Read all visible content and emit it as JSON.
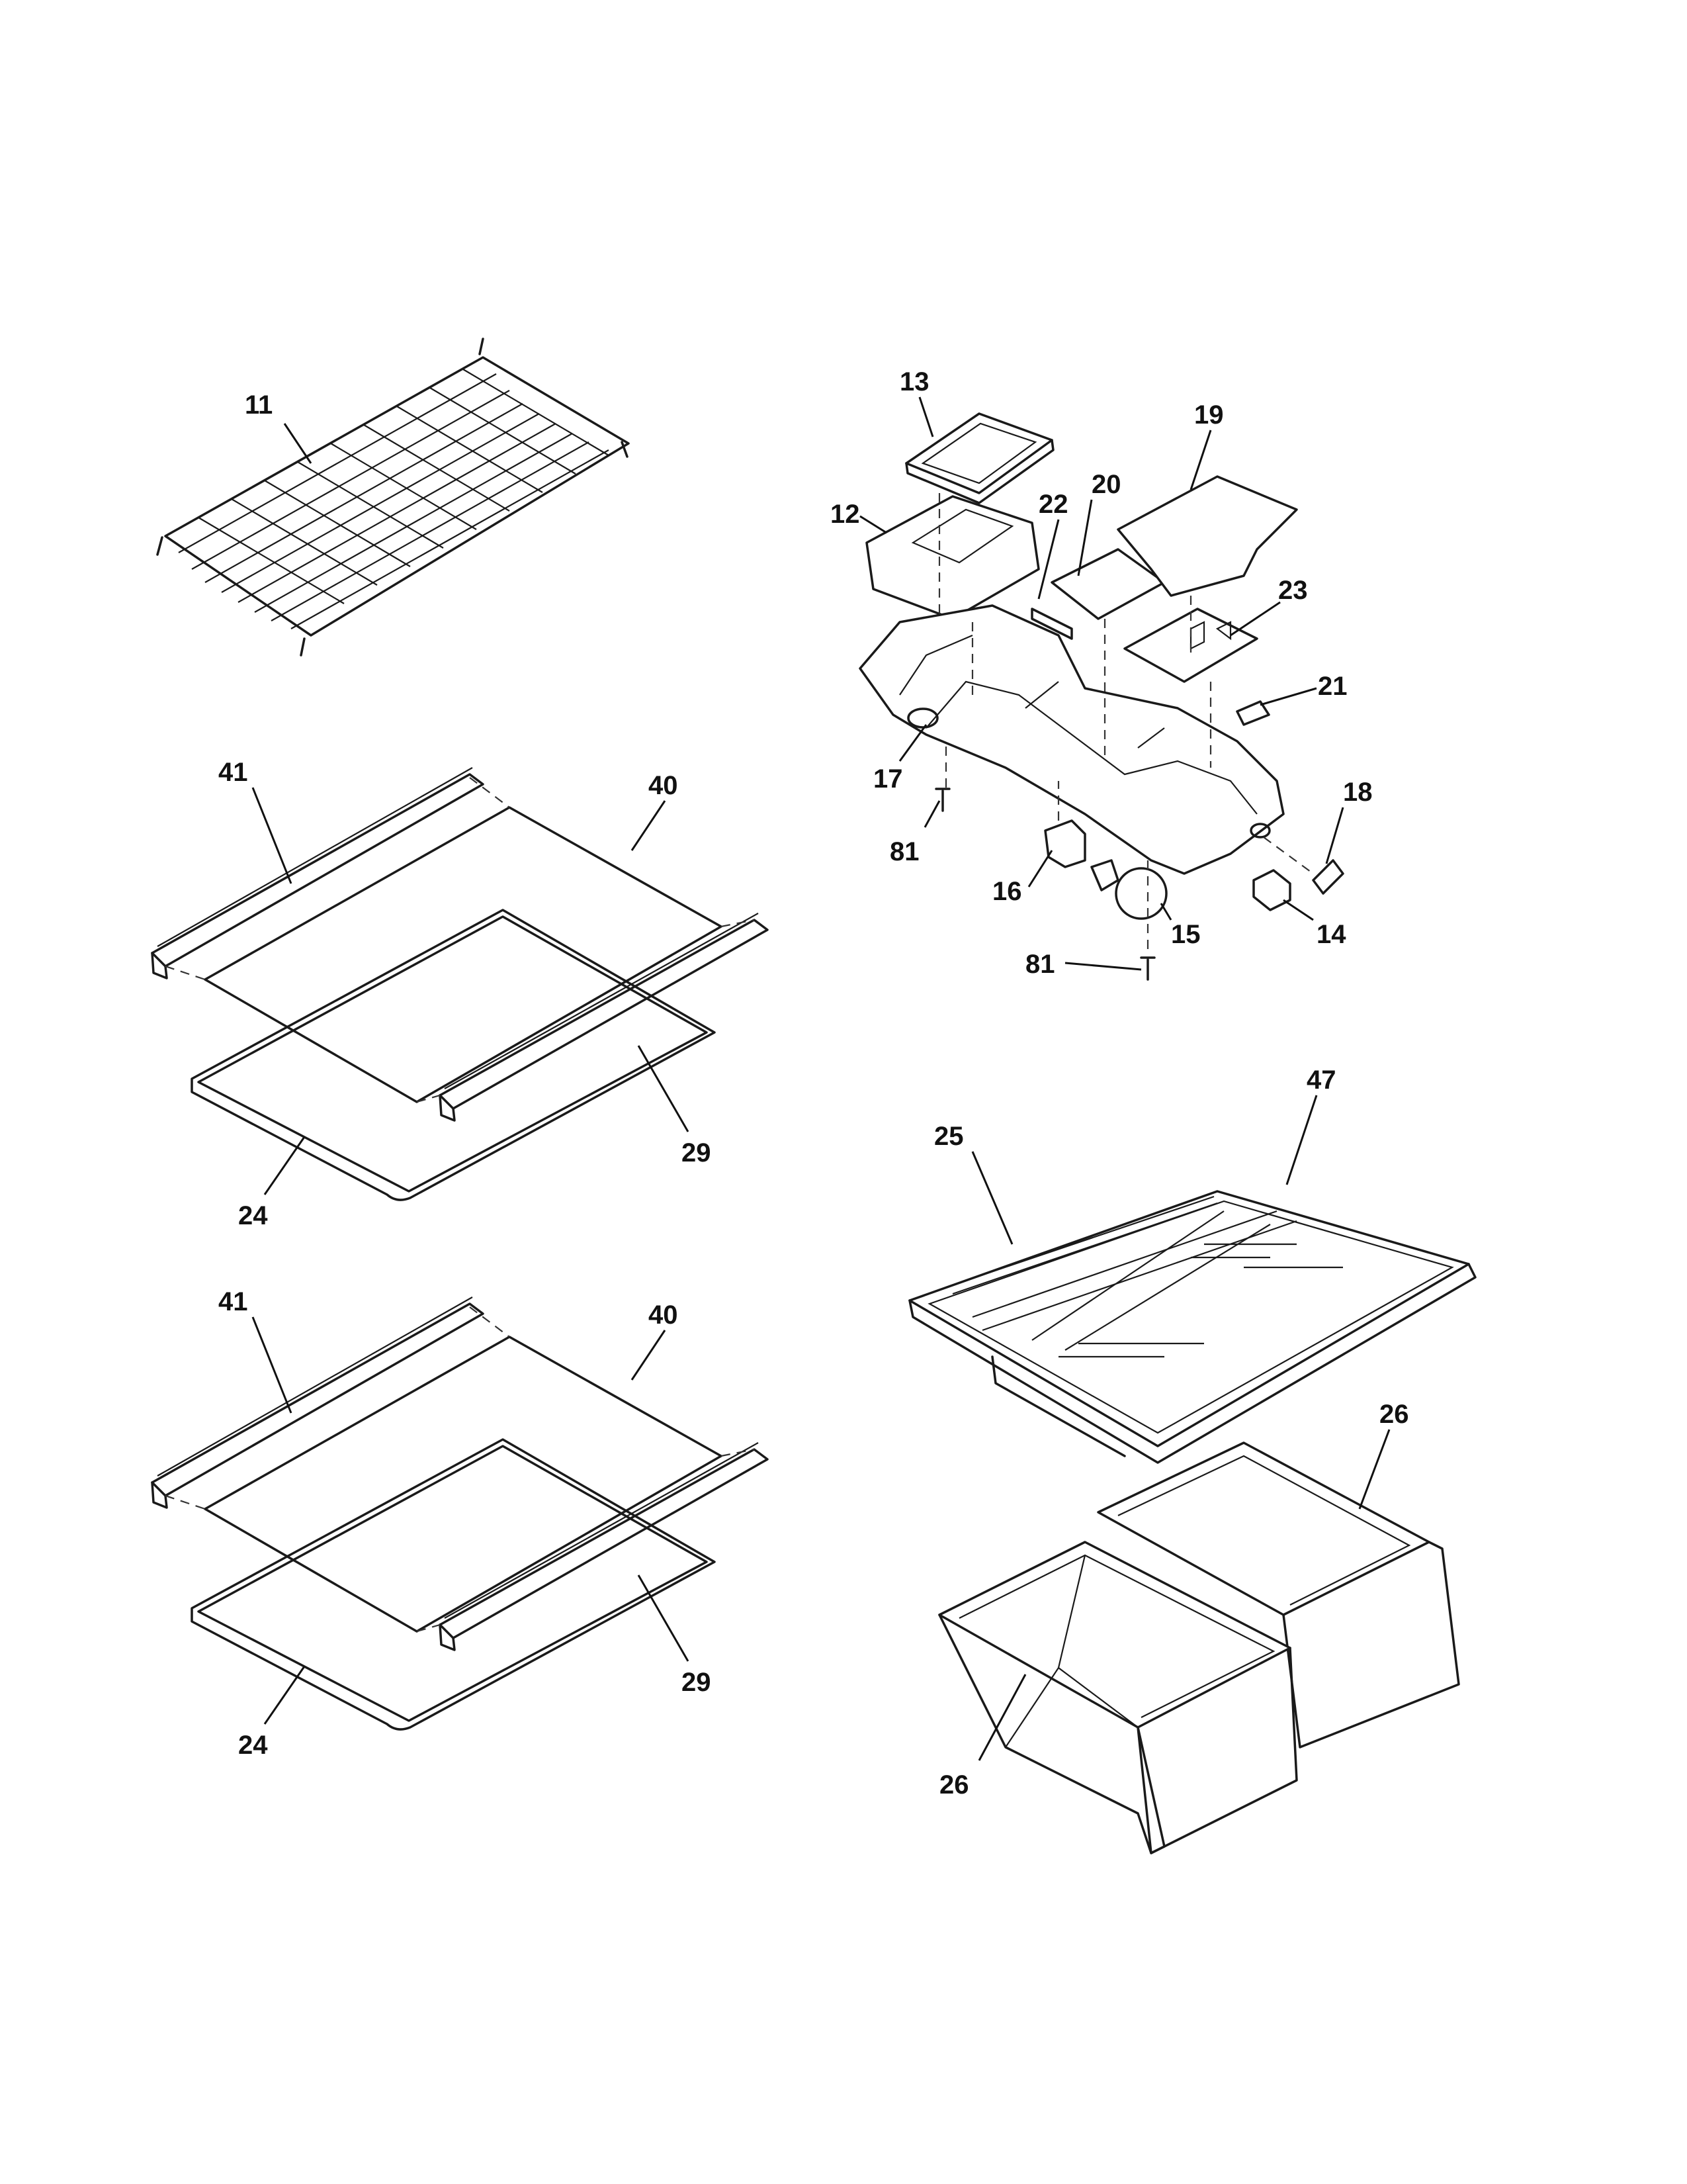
{
  "callouts": [
    {
      "id": "11",
      "label": "11"
    },
    {
      "id": "13",
      "label": "13"
    },
    {
      "id": "19",
      "label": "19"
    },
    {
      "id": "20",
      "label": "20"
    },
    {
      "id": "12",
      "label": "12"
    },
    {
      "id": "22",
      "label": "22"
    },
    {
      "id": "23",
      "label": "23"
    },
    {
      "id": "21",
      "label": "21"
    },
    {
      "id": "17",
      "label": "17"
    },
    {
      "id": "18",
      "label": "18"
    },
    {
      "id": "81a",
      "label": "81"
    },
    {
      "id": "16",
      "label": "16"
    },
    {
      "id": "15",
      "label": "15"
    },
    {
      "id": "14",
      "label": "14"
    },
    {
      "id": "81b",
      "label": "81"
    },
    {
      "id": "41a",
      "label": "41"
    },
    {
      "id": "40a",
      "label": "40"
    },
    {
      "id": "29a",
      "label": "29"
    },
    {
      "id": "24a",
      "label": "24"
    },
    {
      "id": "41b",
      "label": "41"
    },
    {
      "id": "40b",
      "label": "40"
    },
    {
      "id": "29b",
      "label": "29"
    },
    {
      "id": "24b",
      "label": "24"
    },
    {
      "id": "47",
      "label": "47"
    },
    {
      "id": "25",
      "label": "25"
    },
    {
      "id": "26a",
      "label": "26"
    },
    {
      "id": "26b",
      "label": "26"
    }
  ]
}
